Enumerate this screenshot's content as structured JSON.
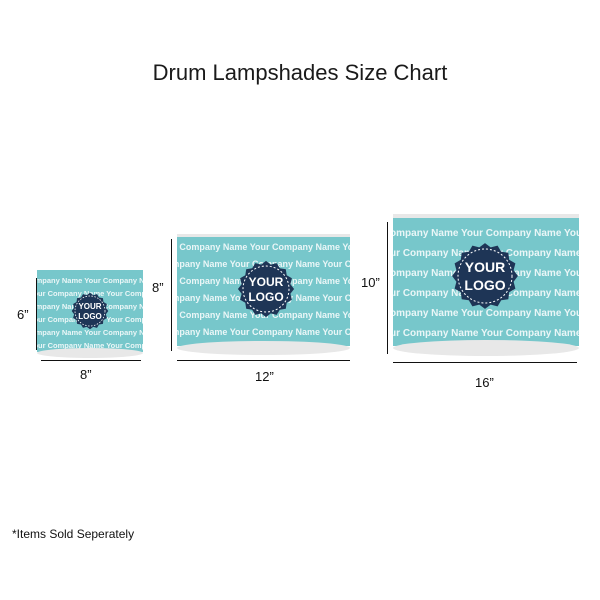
{
  "title": "Drum Lampshades Size Chart",
  "pattern_text": "Your Company Name",
  "logo": {
    "line1": "YOUR",
    "line2": "LOGO"
  },
  "colors": {
    "shade": "#77c7cb",
    "pattern": "#ffffff",
    "logo_bg": "#1e3556",
    "rim": "#e8e8e8"
  },
  "shades": [
    {
      "name": "small",
      "height_label": "6”",
      "width_label": "8”"
    },
    {
      "name": "medium",
      "height_label": "8”",
      "width_label": "12”"
    },
    {
      "name": "large",
      "height_label": "10”",
      "width_label": "16”"
    }
  ],
  "footnote": "*Items Sold Seperately"
}
